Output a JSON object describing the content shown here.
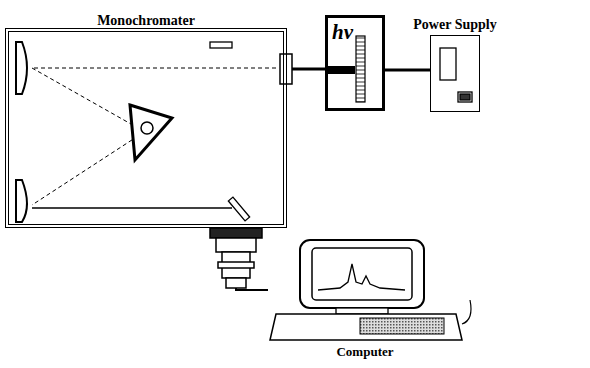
{
  "diagram": {
    "nodes": [
      {
        "text": [
          "Monochromater"
        ]
      },
      {
        "text": [
          "hv"
        ]
      },
      {
        "text": [
          "Power Supply"
        ]
      },
      {
        "text": [
          "Computer"
        ]
      }
    ],
    "edges": [
      {
        "from": 0,
        "to": 1,
        "arrow": "none"
      },
      {
        "from": 1,
        "to": 2,
        "arrow": "none"
      },
      {
        "from": 0,
        "to": 3,
        "arrow": "none"
      }
    ]
  }
}
